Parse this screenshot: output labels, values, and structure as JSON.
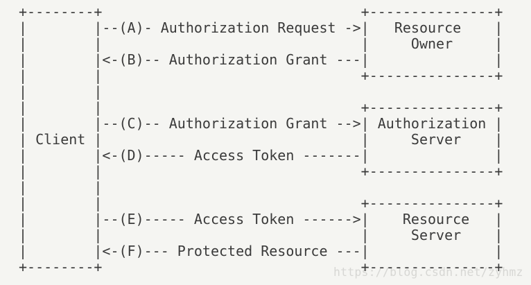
{
  "diagram": {
    "ascii_lines": [
      "+--------+                               +---------------+",
      "|        |--(A)- Authorization Request ->|   Resource    |",
      "|        |                               |     Owner     |",
      "|        |<-(B)-- Authorization Grant ---|               |",
      "|        |                               +---------------+",
      "|        |",
      "|        |                               +---------------+",
      "|        |--(C)-- Authorization Grant -->| Authorization |",
      "| Client |                               |     Server    |",
      "|        |<-(D)----- Access Token -------|               |",
      "|        |                               +---------------+",
      "|        |",
      "|        |                               +---------------+",
      "|        |--(E)----- Access Token ------>|    Resource   |",
      "|        |                               |     Server    |",
      "|        |<-(F)--- Protected Resource ---|               |",
      "+--------+                               +---------------+"
    ],
    "entities": [
      "Client",
      "Resource Owner",
      "Authorization Server",
      "Resource Server"
    ],
    "flows": [
      {
        "step": "A",
        "label": "Authorization Request",
        "from": "Client",
        "to": "Resource Owner"
      },
      {
        "step": "B",
        "label": "Authorization Grant",
        "from": "Resource Owner",
        "to": "Client"
      },
      {
        "step": "C",
        "label": "Authorization Grant",
        "from": "Client",
        "to": "Authorization Server"
      },
      {
        "step": "D",
        "label": "Access Token",
        "from": "Authorization Server",
        "to": "Client"
      },
      {
        "step": "E",
        "label": "Access Token",
        "from": "Client",
        "to": "Resource Server"
      },
      {
        "step": "F",
        "label": "Protected Resource",
        "from": "Resource Server",
        "to": "Client"
      }
    ]
  },
  "watermark": {
    "text": "https://blog.csdn.net/zyhmz"
  },
  "colors": {
    "background": "#f5f5f2",
    "diagram_text": "#3a3a3a",
    "watermark_text": "#d7d7d4"
  }
}
